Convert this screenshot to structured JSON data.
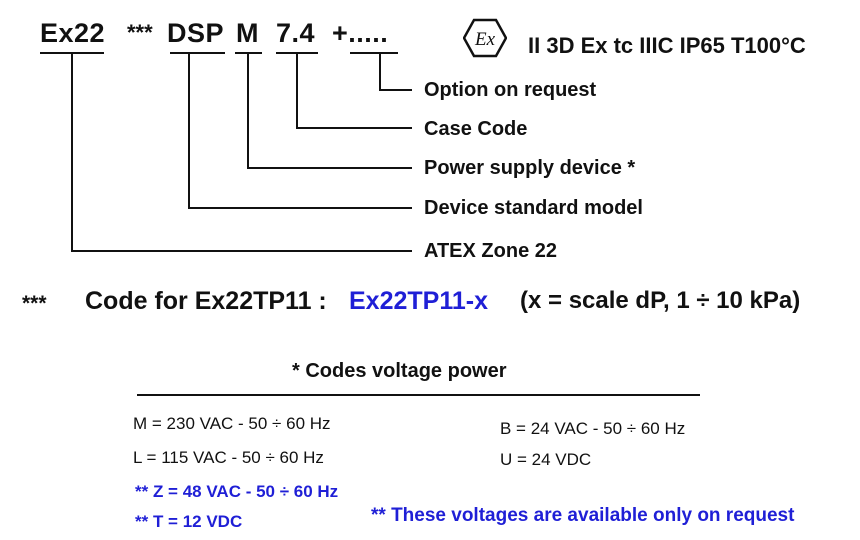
{
  "code": {
    "prefix": "Ex22",
    "stars": "***",
    "model": "DSP",
    "supply": "M",
    "case": "7.4",
    "option": "+....."
  },
  "certification": {
    "icon": "ex-atex-hexagon-icon",
    "symbol": "Ex",
    "text": "II 3D Ex tc IIIC IP65 T100°C"
  },
  "legend": [
    "Option on request",
    "Case Code",
    "Power supply device *",
    "Device standard model",
    "ATEX Zone 22"
  ],
  "code_note": {
    "stars": "***",
    "label": "Code for Ex22TP11 :",
    "value": "Ex22TP11-x",
    "detail": "(x = scale dP, 1 ÷ 10 kPa)"
  },
  "voltage": {
    "title": "* Codes voltage power",
    "left": [
      "M = 230 VAC - 50 ÷ 60 Hz",
      "L = 115 VAC - 50 ÷ 60 Hz"
    ],
    "right": [
      "B = 24 VAC - 50 ÷ 60 Hz",
      "U = 24 VDC"
    ],
    "on_request": [
      "** Z = 48 VAC - 50 ÷ 60 Hz",
      "** T = 12 VDC"
    ],
    "note": "** These voltages are available only on request"
  },
  "colors": {
    "text": "#111111",
    "accent_blue": "#1f1fd6"
  }
}
